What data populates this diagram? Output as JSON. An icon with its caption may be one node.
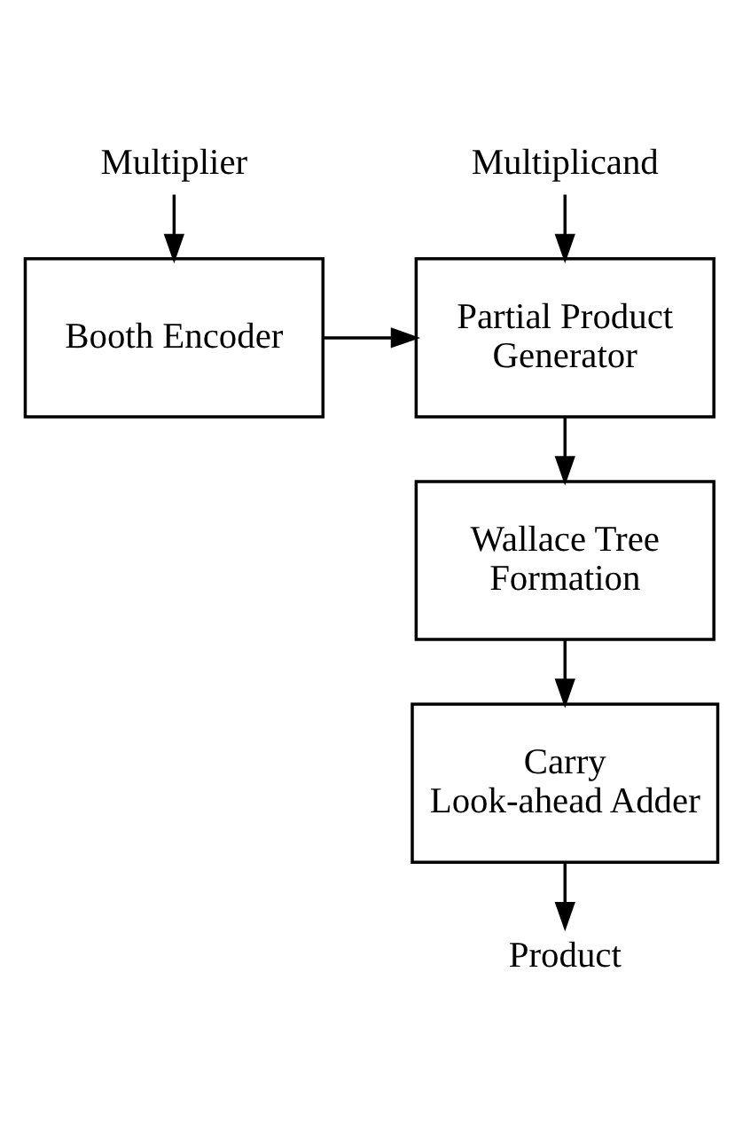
{
  "diagram": {
    "nodes": [
      {
        "text": [
          "Multiplier"
        ]
      },
      {
        "text": [
          "Multiplicand"
        ]
      },
      {
        "text": [
          "Booth Encoder"
        ]
      },
      {
        "text": [
          "Partial Product Generator"
        ]
      },
      {
        "text": [
          "Wallace Tree Formation"
        ]
      },
      {
        "text": [
          "Carry Look-ahead Adder"
        ]
      },
      {
        "text": [
          "Product"
        ]
      }
    ],
    "edges": [
      {
        "from": 0,
        "to": 2,
        "arrow": "to"
      },
      {
        "from": 1,
        "to": 3,
        "arrow": "to"
      },
      {
        "from": 2,
        "to": 3,
        "arrow": "to"
      },
      {
        "from": 3,
        "to": 4,
        "arrow": "to"
      },
      {
        "from": 4,
        "to": 5,
        "arrow": "to"
      },
      {
        "from": 5,
        "to": 6,
        "arrow": "to"
      }
    ]
  }
}
